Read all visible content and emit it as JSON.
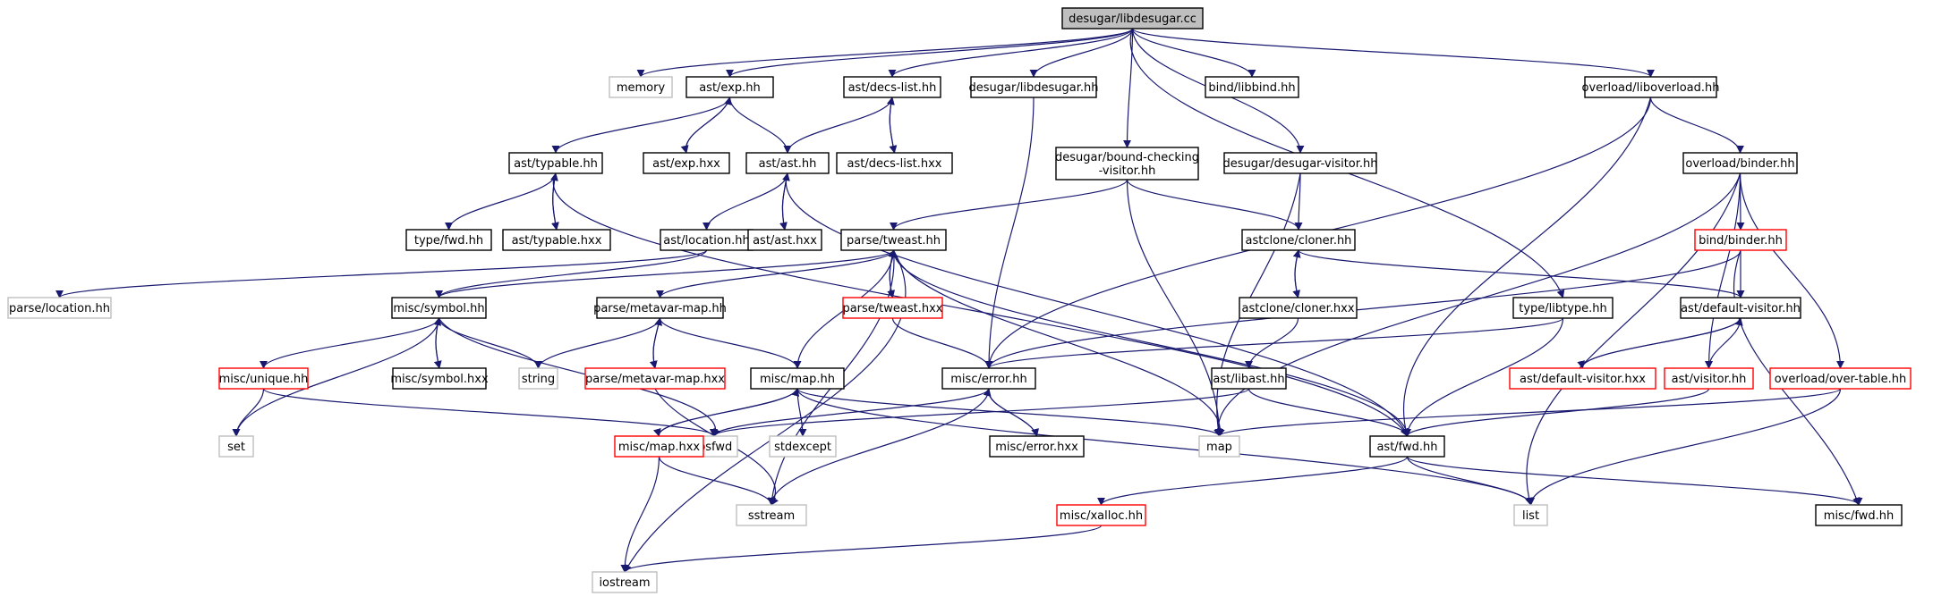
{
  "colors": {
    "edge": "#191970",
    "arrowhead": "#191970",
    "root_fill": "#bfbfbf",
    "normal_border": "#000000",
    "system_border": "#bfbfbf",
    "truncated_border": "#ff0000",
    "system_text": "#808080",
    "text": "#000000"
  },
  "nodes": [
    {
      "id": "n0",
      "label": "desugar/libdesugar.cc",
      "kind": "root"
    },
    {
      "id": "n1",
      "label": "memory",
      "kind": "system"
    },
    {
      "id": "n2",
      "label": "ast/exp.hh",
      "kind": "normal"
    },
    {
      "id": "n3",
      "label": "ast/decs-list.hh",
      "kind": "normal"
    },
    {
      "id": "n4",
      "label": "desugar/libdesugar.hh",
      "kind": "normal"
    },
    {
      "id": "n5",
      "label": "bind/libbind.hh",
      "kind": "normal"
    },
    {
      "id": "n6",
      "label": "overload/liboverload.hh",
      "kind": "normal"
    },
    {
      "id": "n7",
      "label": "ast/typable.hh",
      "kind": "normal"
    },
    {
      "id": "n8",
      "label": "ast/exp.hxx",
      "kind": "normal"
    },
    {
      "id": "n9",
      "label": "ast/ast.hh",
      "kind": "normal"
    },
    {
      "id": "n10",
      "label": "ast/decs-list.hxx",
      "kind": "normal"
    },
    {
      "id": "n11",
      "label": [
        "desugar/bound-checking",
        "-visitor.hh"
      ],
      "kind": "normal"
    },
    {
      "id": "n12",
      "label": "desugar/desugar-visitor.hh",
      "kind": "normal"
    },
    {
      "id": "n13",
      "label": "overload/binder.hh",
      "kind": "normal"
    },
    {
      "id": "n14",
      "label": "type/fwd.hh",
      "kind": "normal"
    },
    {
      "id": "n15",
      "label": "ast/typable.hxx",
      "kind": "normal"
    },
    {
      "id": "n16",
      "label": "ast/location.hh",
      "kind": "normal"
    },
    {
      "id": "n17",
      "label": "ast/ast.hxx",
      "kind": "normal"
    },
    {
      "id": "n18",
      "label": "parse/tweast.hh",
      "kind": "normal"
    },
    {
      "id": "n19",
      "label": "astclone/cloner.hh",
      "kind": "normal"
    },
    {
      "id": "n20",
      "label": "bind/binder.hh",
      "kind": "truncated"
    },
    {
      "id": "n21",
      "label": "parse/location.hh",
      "kind": "system"
    },
    {
      "id": "n22",
      "label": "misc/symbol.hh",
      "kind": "normal"
    },
    {
      "id": "n23",
      "label": "parse/metavar-map.hh",
      "kind": "normal"
    },
    {
      "id": "n24",
      "label": "parse/tweast.hxx",
      "kind": "truncated"
    },
    {
      "id": "n25",
      "label": "astclone/cloner.hxx",
      "kind": "normal"
    },
    {
      "id": "n26",
      "label": "type/libtype.hh",
      "kind": "normal"
    },
    {
      "id": "n27",
      "label": "ast/default-visitor.hh",
      "kind": "normal"
    },
    {
      "id": "n28",
      "label": "misc/unique.hh",
      "kind": "truncated"
    },
    {
      "id": "n29",
      "label": "misc/symbol.hxx",
      "kind": "normal"
    },
    {
      "id": "n30",
      "label": "string",
      "kind": "system"
    },
    {
      "id": "n31",
      "label": "parse/metavar-map.hxx",
      "kind": "truncated"
    },
    {
      "id": "n32",
      "label": "misc/map.hh",
      "kind": "normal"
    },
    {
      "id": "n33",
      "label": "misc/error.hh",
      "kind": "normal"
    },
    {
      "id": "n34",
      "label": "ast/libast.hh",
      "kind": "normal"
    },
    {
      "id": "n35",
      "label": "ast/default-visitor.hxx",
      "kind": "truncated"
    },
    {
      "id": "n36",
      "label": "ast/visitor.hh",
      "kind": "truncated"
    },
    {
      "id": "n37",
      "label": "overload/over-table.hh",
      "kind": "truncated"
    },
    {
      "id": "n38",
      "label": "set",
      "kind": "system"
    },
    {
      "id": "n39",
      "label": "iosfwd",
      "kind": "system"
    },
    {
      "id": "n40",
      "label": "misc/map.hxx",
      "kind": "truncated"
    },
    {
      "id": "n41",
      "label": "stdexcept",
      "kind": "system"
    },
    {
      "id": "n42",
      "label": "misc/error.hxx",
      "kind": "normal"
    },
    {
      "id": "n43",
      "label": "map",
      "kind": "system"
    },
    {
      "id": "n44",
      "label": "ast/fwd.hh",
      "kind": "normal"
    },
    {
      "id": "n45",
      "label": "sstream",
      "kind": "system"
    },
    {
      "id": "n46",
      "label": "misc/xalloc.hh",
      "kind": "truncated"
    },
    {
      "id": "n47",
      "label": "list",
      "kind": "system"
    },
    {
      "id": "n48",
      "label": "misc/fwd.hh",
      "kind": "normal"
    },
    {
      "id": "n49",
      "label": "iostream",
      "kind": "system"
    }
  ]
}
